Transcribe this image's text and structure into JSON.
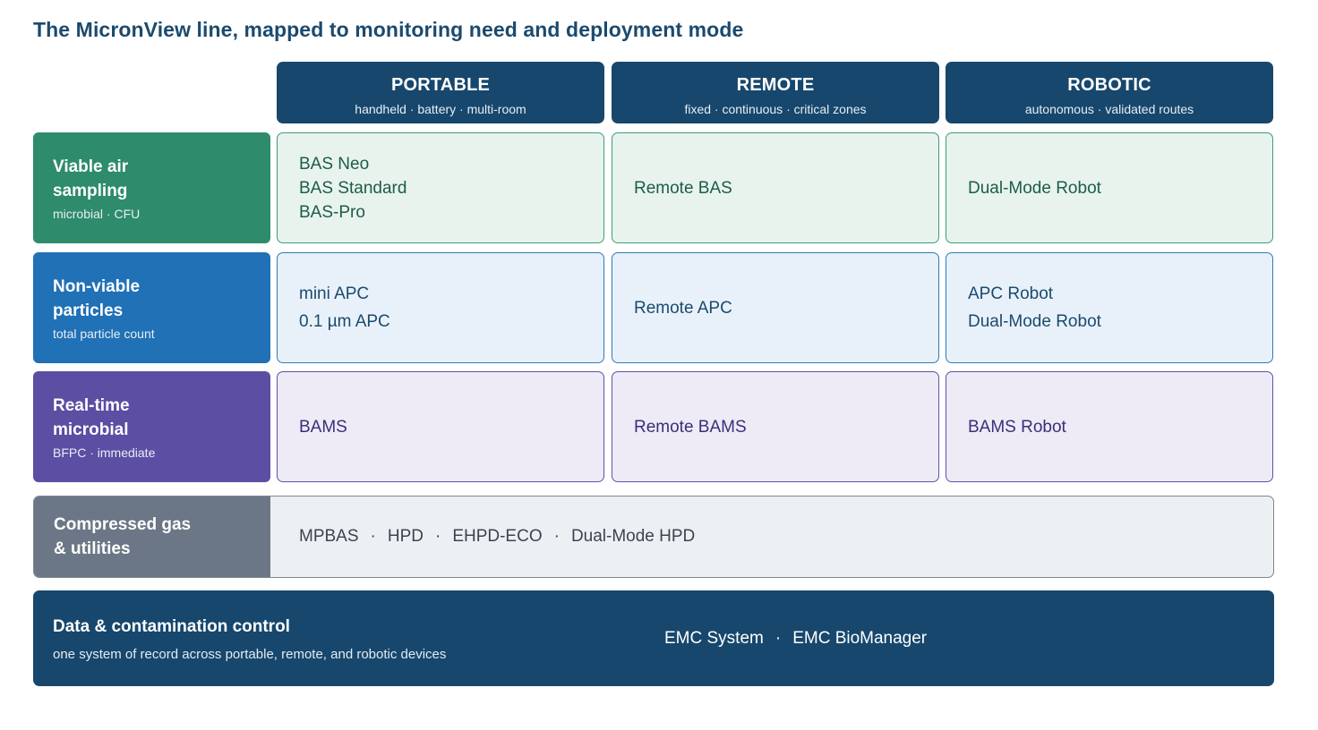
{
  "title": "The MicronView line, mapped to monitoring need and deployment mode",
  "columns": [
    {
      "name": "PORTABLE",
      "sub": "handheld · battery · multi-room"
    },
    {
      "name": "REMOTE",
      "sub": "fixed · continuous · critical zones"
    },
    {
      "name": "ROBOTIC",
      "sub": "autonomous · validated routes"
    }
  ],
  "rows": [
    {
      "name_line1": "Viable air",
      "name_line2": "sampling",
      "sub": "microbial · CFU",
      "color": "#2e8b6c",
      "cells": [
        [
          "BAS Neo",
          "BAS Standard",
          "BAS-Pro"
        ],
        [
          "Remote BAS"
        ],
        [
          "Dual-Mode Robot"
        ]
      ]
    },
    {
      "name_line1": "Non-viable",
      "name_line2": "particles",
      "sub": "total particle count",
      "color": "#2071b6",
      "cells": [
        [
          "mini APC",
          "0.1 µm APC"
        ],
        [
          "Remote APC"
        ],
        [
          "APC Robot",
          "Dual-Mode Robot"
        ]
      ]
    },
    {
      "name_line1": "Real-time",
      "name_line2": "microbial",
      "sub": "BFPC · immediate",
      "color": "#5b4ea3",
      "cells": [
        [
          "BAMS"
        ],
        [
          "Remote BAMS"
        ],
        [
          "BAMS Robot"
        ]
      ]
    }
  ],
  "gas": {
    "name_line1": "Compressed gas",
    "name_line2": "& utilities",
    "items": [
      "MPBAS",
      "HPD",
      "EHPD-ECO",
      "Dual-Mode HPD"
    ],
    "separator": "·"
  },
  "data_control": {
    "name": "Data & contamination control",
    "sub": "one system of record across portable, remote, and robotic devices",
    "items": [
      "EMC System",
      "EMC BioManager"
    ],
    "separator": "·"
  }
}
